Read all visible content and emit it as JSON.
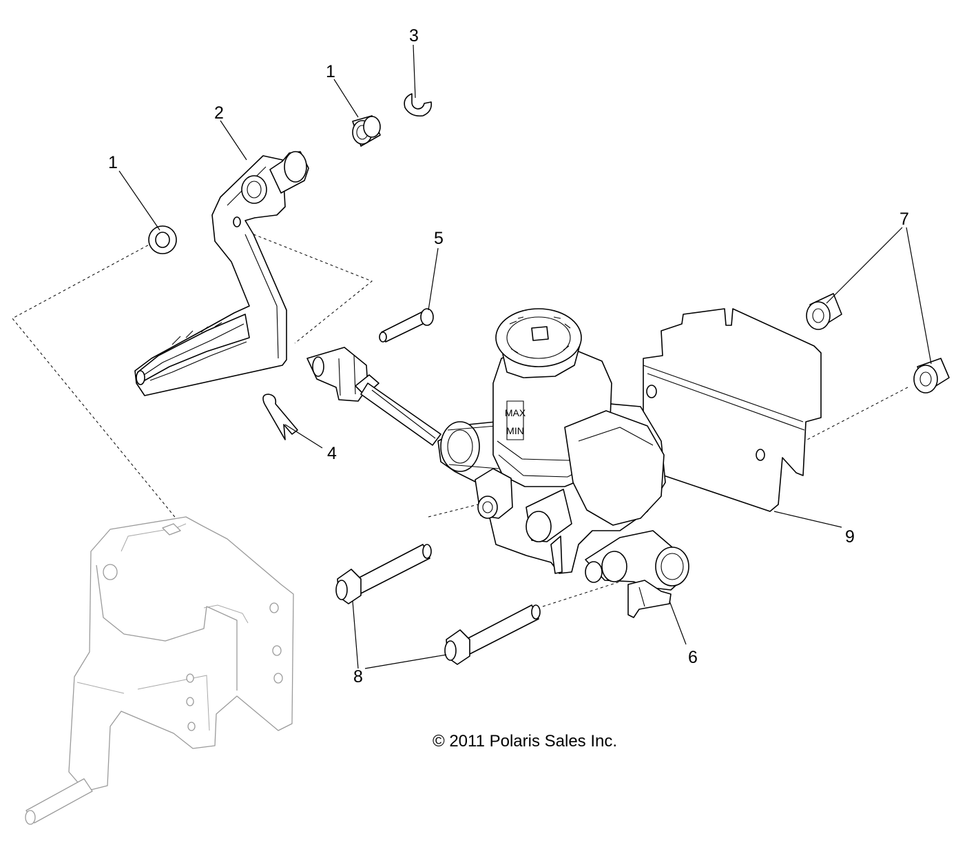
{
  "callouts": {
    "c1a": "1",
    "c1b": "1",
    "c2": "2",
    "c3": "3",
    "c4": "4",
    "c5": "5",
    "c6": "6",
    "c7": "7",
    "c8": "8",
    "c9": "9"
  },
  "reservoir_marks": {
    "max": "MAX",
    "min": "MIN"
  },
  "copyright": "© 2011 Polaris Sales Inc."
}
